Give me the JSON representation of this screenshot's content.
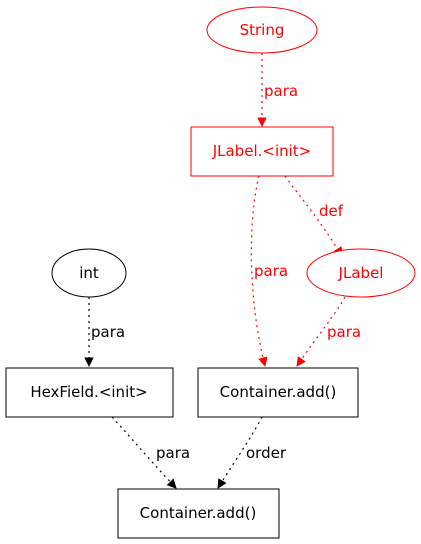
{
  "colors": {
    "highlight": "#ff0000",
    "normal": "#000000",
    "background": "#ffffff"
  },
  "nodes": {
    "string": {
      "label": "String",
      "shape": "ellipse",
      "highlighted": true
    },
    "jlabel_init": {
      "label": "JLabel.<init>",
      "shape": "box",
      "highlighted": true
    },
    "jlabel": {
      "label": "JLabel",
      "shape": "ellipse",
      "highlighted": true
    },
    "int": {
      "label": "int",
      "shape": "ellipse",
      "highlighted": false
    },
    "hexfield_init": {
      "label": "HexField.<init>",
      "shape": "box",
      "highlighted": false
    },
    "container_add_1": {
      "label": "Container.add()",
      "shape": "box",
      "highlighted": false
    },
    "container_add_2": {
      "label": "Container.add()",
      "shape": "box",
      "highlighted": false
    }
  },
  "edges": {
    "string_to_jlabel_init": {
      "from": "String",
      "to": "JLabel.<init>",
      "label": "para",
      "style": "dotted",
      "highlighted": true
    },
    "jlabel_init_to_jlabel": {
      "from": "JLabel.<init>",
      "to": "JLabel",
      "label": "def",
      "style": "dotted",
      "highlighted": true
    },
    "jlabel_init_to_container_add_1": {
      "from": "JLabel.<init>",
      "to": "Container.add()",
      "label": "para",
      "style": "dotted",
      "highlighted": true
    },
    "jlabel_to_container_add_1": {
      "from": "JLabel",
      "to": "Container.add()",
      "label": "para",
      "style": "dotted",
      "highlighted": true
    },
    "int_to_hexfield_init": {
      "from": "int",
      "to": "HexField.<init>",
      "label": "para",
      "style": "dotted",
      "highlighted": false
    },
    "hexfield_init_to_container_add_2": {
      "from": "HexField.<init>",
      "to": "Container.add()",
      "label": "para",
      "style": "dotted",
      "highlighted": false
    },
    "container_add_1_to_container_add_2": {
      "from": "Container.add()",
      "to": "Container.add()",
      "label": "order",
      "style": "dotted",
      "highlighted": false
    }
  }
}
